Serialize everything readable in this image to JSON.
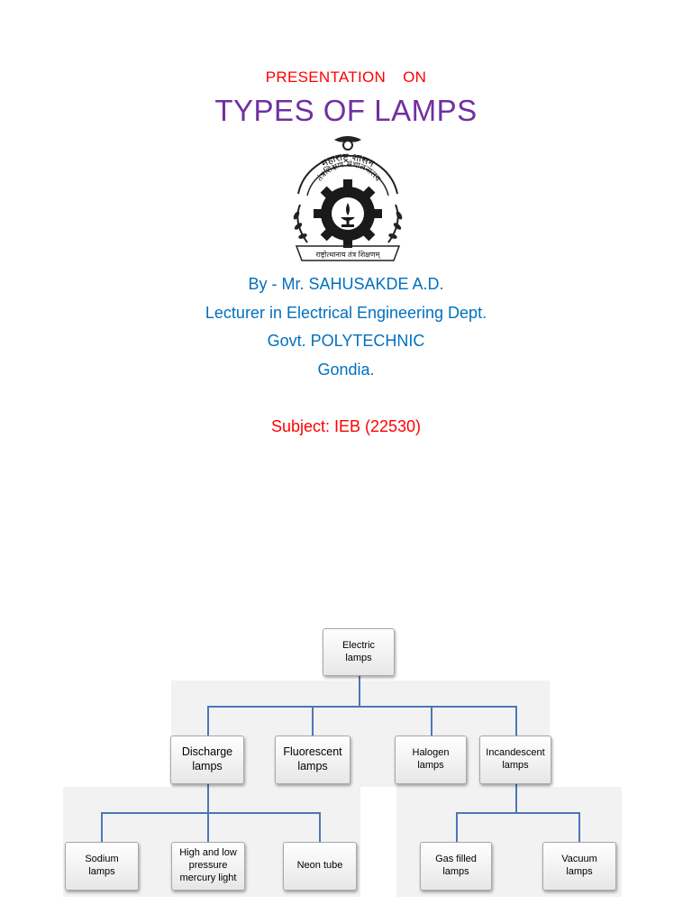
{
  "header": {
    "presentation_on": "PRESENTATION ON",
    "title": "TYPES OF LAMPS"
  },
  "emblem": {
    "icon": "maharashtra-dte-emblem-icon",
    "text_top": "महाराष्ट्र शासन",
    "text_mid": "तंत्रशिक्षण संचालनालय",
    "text_bottom": "राष्ट्रोत्थानाय तंत्र शिक्षणम्"
  },
  "author": {
    "by": "By - Mr. SAHUSAKDE A.D.",
    "designation": "Lecturer in Electrical Engineering Dept.",
    "college": "Govt. POLYTECHNIC",
    "city": "Gondia."
  },
  "subject": "Subject: IEB (22530)",
  "diagram": {
    "root": "Electric\nlamps",
    "level1": {
      "discharge": "Discharge\nlamps",
      "fluorescent": "Fluorescent\nlamps",
      "halogen": "Halogen\nlamps",
      "incandescent": "Incandescent\nlamps"
    },
    "discharge_children": {
      "sodium": "Sodium\nlamps",
      "mercury": "High and low\npressure\nmercury light",
      "neon": "Neon tube"
    },
    "incandescent_children": {
      "gas_filled": "Gas filled\nlamps",
      "vacuum": "Vacuum\nlamps"
    }
  },
  "colors": {
    "red": "#ff0000",
    "purple": "#7030a0",
    "blue": "#0070c0",
    "connector": "#4a78b5"
  }
}
